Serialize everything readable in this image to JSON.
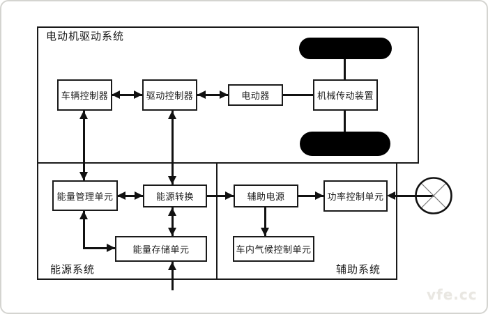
{
  "diagram": {
    "sections": {
      "drive": {
        "label": "电动机驱动系统"
      },
      "energy": {
        "label": "能源系统"
      },
      "auxiliary": {
        "label": "辅助系统"
      }
    },
    "boxes": {
      "vehicle_controller": {
        "label": "车辆控制器"
      },
      "drive_controller": {
        "label": "驱动控制器"
      },
      "motor": {
        "label": "电动器"
      },
      "transmission": {
        "label": "机械传动装置"
      },
      "energy_management": {
        "label": "能量管理单元"
      },
      "energy_conversion": {
        "label": "能源转换"
      },
      "energy_storage": {
        "label": "能量存储单元"
      },
      "aux_power": {
        "label": "辅助电源"
      },
      "power_control": {
        "label": "功率控制单元"
      },
      "climate_control": {
        "label": "车内气候控制单元"
      }
    },
    "icons": {
      "wheel_top": "wheel",
      "wheel_bottom": "wheel",
      "crossed_circle": "crossed-circle"
    },
    "colors": {
      "line": "#111111",
      "wheel": "#000000",
      "frame_border": "#d4d4d0",
      "watermark": "#e9e7e2"
    }
  },
  "watermark": "vfe.cc"
}
